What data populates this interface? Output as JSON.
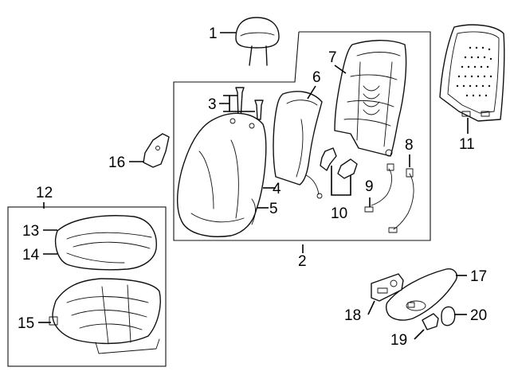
{
  "callouts": [
    {
      "id": "1",
      "label": "1",
      "part": "headrest"
    },
    {
      "id": "2",
      "label": "2",
      "part": "seat-back-assembly"
    },
    {
      "id": "3",
      "label": "3",
      "part": "headrest-guides"
    },
    {
      "id": "4",
      "label": "4",
      "part": "seat-back-cover"
    },
    {
      "id": "5",
      "label": "5",
      "part": "seat-back-cover-edge"
    },
    {
      "id": "6",
      "label": "6",
      "part": "seat-back-pad"
    },
    {
      "id": "7",
      "label": "7",
      "part": "seat-back-frame"
    },
    {
      "id": "8",
      "label": "8",
      "part": "wire-harness"
    },
    {
      "id": "9",
      "label": "9",
      "part": "harness-connector"
    },
    {
      "id": "10",
      "label": "10",
      "part": "brackets"
    },
    {
      "id": "11",
      "label": "11",
      "part": "back-panel"
    },
    {
      "id": "12",
      "label": "12",
      "part": "seat-cushion-assembly"
    },
    {
      "id": "13",
      "label": "13",
      "part": "cushion-cover"
    },
    {
      "id": "14",
      "label": "14",
      "part": "cushion-pad"
    },
    {
      "id": "15",
      "label": "15",
      "part": "cushion-frame"
    },
    {
      "id": "16",
      "label": "16",
      "part": "side-bracket"
    },
    {
      "id": "17",
      "label": "17",
      "part": "side-shield"
    },
    {
      "id": "18",
      "label": "18",
      "part": "power-seat-switch"
    },
    {
      "id": "19",
      "label": "19",
      "part": "recline-knob"
    },
    {
      "id": "20",
      "label": "20",
      "part": "knob-cap"
    }
  ]
}
